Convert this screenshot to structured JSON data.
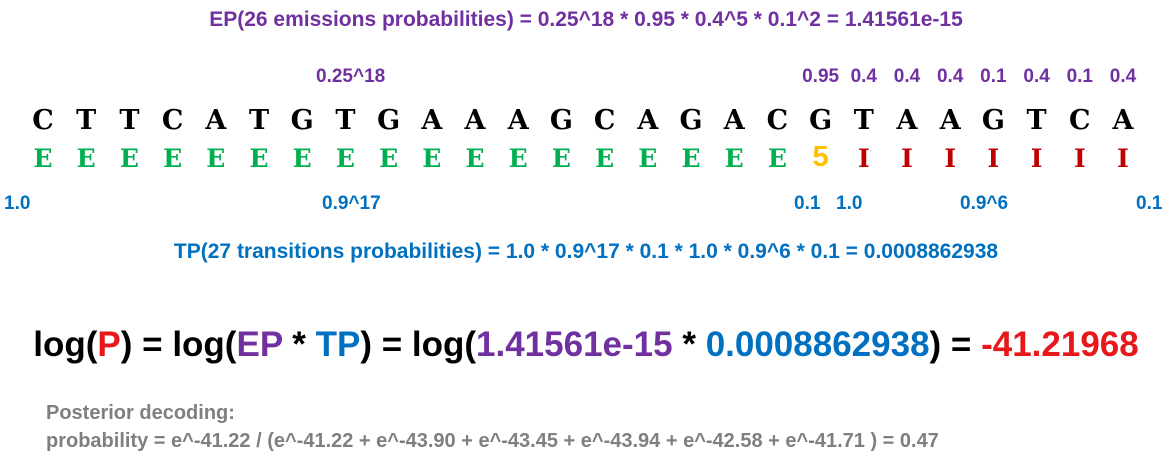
{
  "ep_formula": "EP(26 emissions probabilities) = 0.25^18 * 0.95 * 0.4^5 * 0.1^2 = 1.41561e-15",
  "emission_labels": {
    "group": "0.25^18",
    "per_position": [
      "0.95",
      "0.4",
      "0.4",
      "0.4",
      "0.1",
      "0.4",
      "0.1",
      "0.4"
    ]
  },
  "sequence": [
    "C",
    "T",
    "T",
    "C",
    "A",
    "T",
    "G",
    "T",
    "G",
    "A",
    "A",
    "A",
    "G",
    "C",
    "A",
    "G",
    "A",
    "C",
    "G",
    "T",
    "A",
    "A",
    "G",
    "T",
    "C",
    "A"
  ],
  "states": [
    "E",
    "E",
    "E",
    "E",
    "E",
    "E",
    "E",
    "E",
    "E",
    "E",
    "E",
    "E",
    "E",
    "E",
    "E",
    "E",
    "E",
    "E",
    "5",
    "I",
    "I",
    "I",
    "I",
    "I",
    "I",
    "I"
  ],
  "transition_labels": {
    "start": "1.0",
    "group_e": "0.9^17",
    "to_5": "0.1",
    "to_i": "1.0",
    "group_i": "0.9^6",
    "end": "0.1"
  },
  "tp_formula": "TP(27 transitions probabilities) = 1.0 * 0.9^17 * 0.1 * 1.0 * 0.9^6 * 0.1 = 0.0008862938",
  "log_line": {
    "prefix": "log(",
    "p": "P",
    "mid1": ") = log(",
    "ep": "EP",
    "times1": " * ",
    "tp": "TP",
    "mid2": ") = log(",
    "ep_value": "1.41561e-15",
    "times2": " * ",
    "tp_value": "0.0008862938",
    "mid3": ") = ",
    "result": "-41.21968"
  },
  "posterior": {
    "title": "Posterior decoding:",
    "formula": "probability = e^-41.22 / (e^-41.22 + e^-43.90 + e^-43.45 + e^-43.94 + e^-42.58 + e^-41.71 ) = 0.47"
  },
  "colors": {
    "emission": "#7030a0",
    "transition": "#0070c0",
    "state_E": "#00b050",
    "state_5": "#ffc000",
    "state_I": "#c00000",
    "result": "#e8181a",
    "posterior": "#7f7f7f"
  }
}
